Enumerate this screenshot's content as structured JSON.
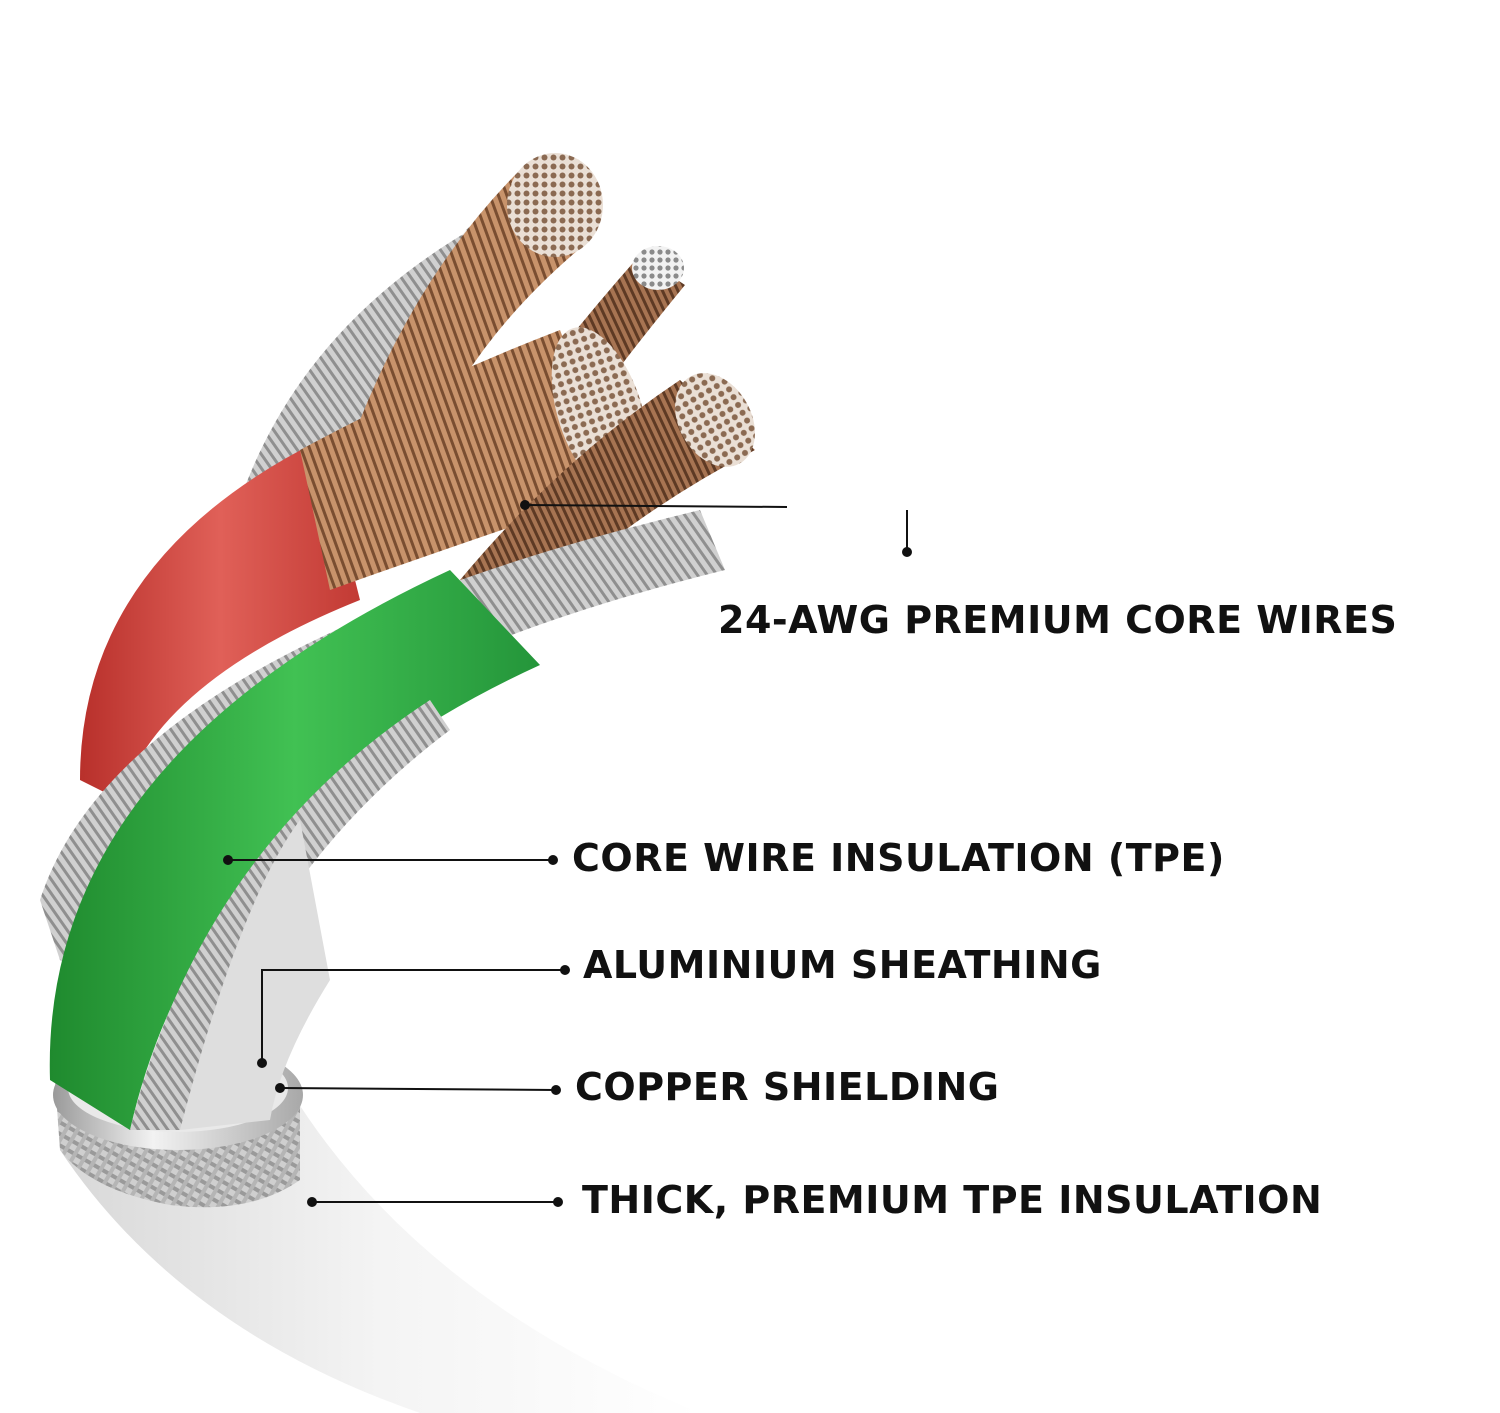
{
  "labels": {
    "core_wires": "24-AWG PREMIUM CORE WIRES",
    "core_insulation": "CORE WIRE INSULATION (TPE)",
    "aluminium_sheathing": "ALUMINIUM SHEATHING",
    "copper_shielding": "COPPER SHIELDING",
    "outer_insulation": "THICK, PREMIUM TPE INSULATION"
  },
  "colors": {
    "red_insulation": "#d9473f",
    "green_insulation": "#2fae3e",
    "copper": "#b9825a",
    "silver": "#c7c7c7",
    "jacket": "#e6e6e6",
    "text": "#111111"
  }
}
